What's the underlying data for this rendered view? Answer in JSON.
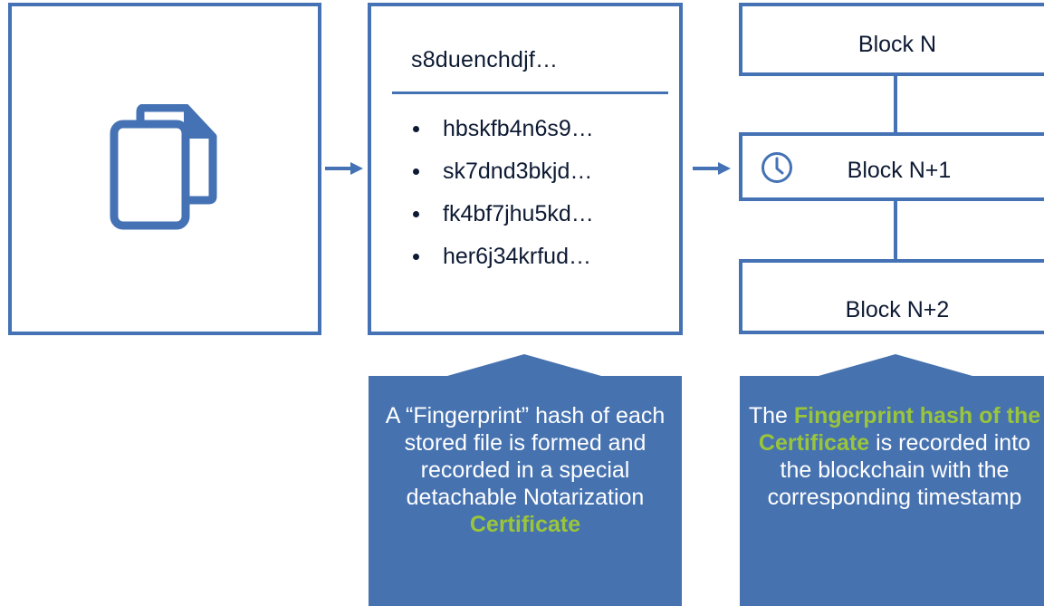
{
  "file_panel": {
    "icon": "copy-files-icon"
  },
  "hash_panel": {
    "root_hash": "s8duenchdjf…",
    "file_hashes": [
      "hbskfb4n6s9…",
      "sk7dnd3bkjd…",
      "fk4bf7jhu5kd…",
      "her6j34krfud…"
    ]
  },
  "chain_panel": {
    "blocks": [
      "Block N",
      "Block N+1",
      "Block N+2"
    ],
    "timestamp_icon": "clock-icon"
  },
  "callouts": {
    "left": {
      "text": "A “Fingerprint” hash of each stored file is formed and recorded in a special detachable Notarization",
      "highlight": "Certificate"
    },
    "right": {
      "prefix": "The",
      "highlight": "Fingerprint hash of the Certificate",
      "suffix": "is recorded into the blockchain with the corresponding timestamp"
    }
  },
  "colors": {
    "accent_blue": "#4472b4",
    "callout_fill": "#4672b0",
    "highlight_green": "#9ac53b",
    "text_dark": "#0d1a33"
  }
}
